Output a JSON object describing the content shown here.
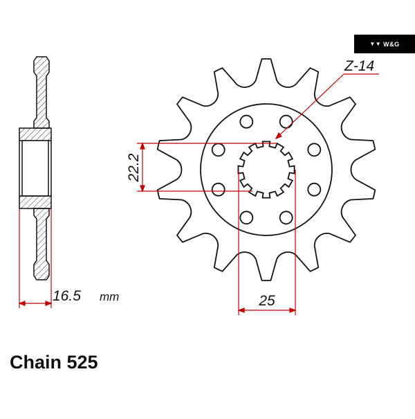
{
  "brand": {
    "logo_text": "W&G"
  },
  "caption": "Chain 525",
  "dimensions": {
    "teeth_label": "Z-14",
    "bore_height": "22.2",
    "spline_width": "25",
    "thickness": "16.5",
    "thickness_unit": "mm"
  },
  "colors": {
    "dimension_line": "#c00000",
    "outline": "#111111",
    "hatch": "#333333"
  },
  "sprocket": {
    "teeth": 14,
    "bolt_holes": 8,
    "spline_teeth": 12
  }
}
